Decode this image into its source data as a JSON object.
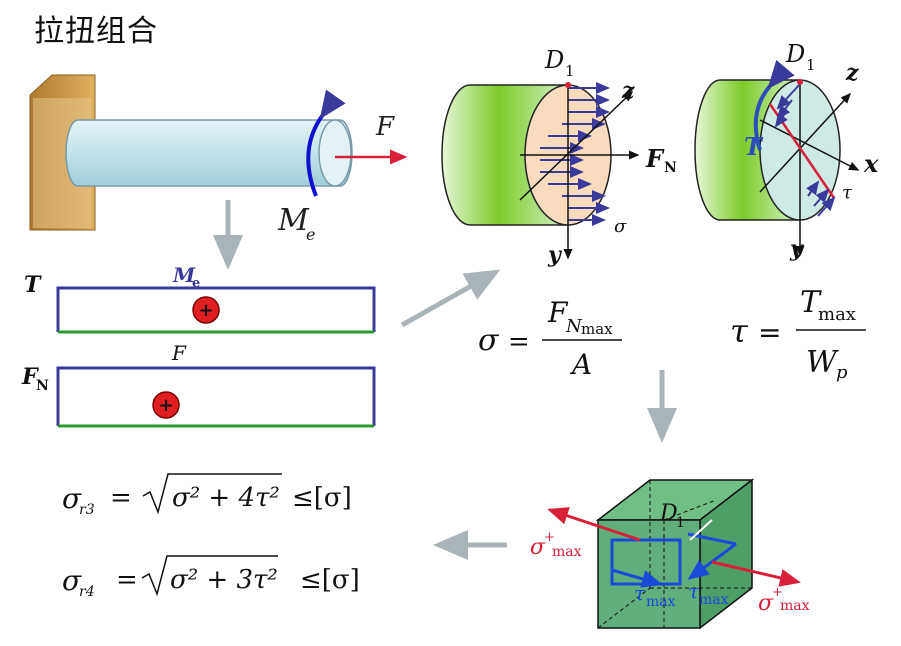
{
  "title": "拉扭组合",
  "beam": {
    "force_label": "F",
    "moment_label": "M",
    "moment_sub": "e"
  },
  "cross_section_normal": {
    "point": "D",
    "point_sub": "1",
    "axis_z": "z",
    "axis_y": "y",
    "force": "F",
    "force_sub": "N",
    "stress": "σ"
  },
  "cross_section_shear": {
    "point": "D",
    "point_sub": "1",
    "axis_z": "z",
    "axis_y": "y",
    "axis_x": "x",
    "torque": "T",
    "stress": "τ"
  },
  "diagrams": {
    "torque": {
      "side_label": "T",
      "top_label": "M",
      "top_sub": "e",
      "sign": "+"
    },
    "axial": {
      "side_label": "F",
      "side_sub": "N",
      "top_label": "F",
      "sign": "+"
    }
  },
  "formulas": {
    "sigma": {
      "lhs": "σ",
      "eq": "=",
      "num": "F",
      "num_sub": "N",
      "num_subsub": "max",
      "den": "A"
    },
    "tau": {
      "lhs": "τ",
      "eq": "=",
      "num": "T",
      "num_sub": "max",
      "den": "W",
      "den_sub": "p"
    },
    "r3": {
      "lhs": "σ",
      "sub": "r3",
      "eq": "=",
      "rad": "σ² + 4τ²",
      "rel": "≤[σ]"
    },
    "r4": {
      "lhs": "σ",
      "sub": "r4",
      "eq": "=",
      "rad": "σ² + 3τ²",
      "rel": "≤[σ]"
    }
  },
  "element": {
    "point": "D",
    "point_sub": "1",
    "sigma_left": "σ",
    "sigma_left_sup": "+",
    "sigma_left_sub": "max",
    "sigma_right": "σ",
    "sigma_right_sup": "+",
    "sigma_right_sub": "max",
    "tau_left": "τ",
    "tau_left_sub": "max",
    "tau_right": "τ",
    "tau_right_sub": "max"
  },
  "colors": {
    "navy": "#3a3a9a",
    "red": "#e02020",
    "green": "#2e9a2e",
    "cylinder": "#cfe8ee",
    "wall": "#d6a44a",
    "box": "#5fae7c"
  }
}
